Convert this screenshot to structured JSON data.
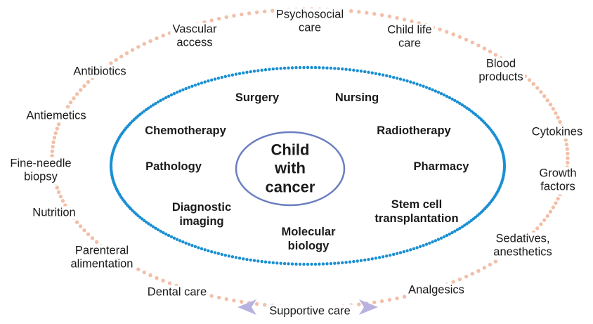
{
  "center": {
    "label": "Child\nwith\ncancer"
  },
  "inner_ring": {
    "surgery": "Surgery",
    "nursing": "Nursing",
    "chemotherapy": "Chemotherapy",
    "radiotherapy": "Radiotherapy",
    "pathology": "Pathology",
    "pharmacy": "Pharmacy",
    "diagnostic_imaging": "Diagnostic\nimaging",
    "stem_cell": "Stem cell\ntransplantation",
    "molecular_biology": "Molecular\nbiology"
  },
  "outer_ring": {
    "psychosocial_care": "Psychosocial\ncare",
    "vascular_access": "Vascular\naccess",
    "child_life_care": "Child life\ncare",
    "antibiotics": "Antibiotics",
    "blood_products": "Blood\nproducts",
    "antiemetics": "Antiemetics",
    "cytokines": "Cytokines",
    "fine_needle_biopsy": "Fine-needle\nbiopsy",
    "growth_factors": "Growth\nfactors",
    "nutrition": "Nutrition",
    "sedatives_anesthetics": "Sedatives,\nanesthetics",
    "parenteral_alimentation": "Parenteral\nalimentation",
    "dental_care": "Dental care",
    "analgesics": "Analgesics"
  },
  "footer": {
    "label": "Supportive care"
  },
  "colors": {
    "outer_dots": "#f2bfa8",
    "inner_dots": "#1a8fd2",
    "center_ellipse": "#6b7fc0",
    "arrows": "#b7b2e0"
  }
}
